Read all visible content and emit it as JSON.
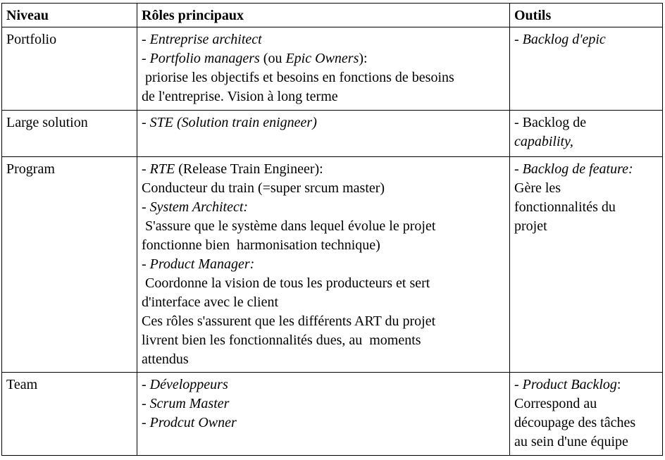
{
  "headers": {
    "level": "Niveau",
    "roles": "Rôles principaux",
    "tools": "Outils"
  },
  "rows": [
    {
      "level": "Portfolio",
      "roles": [
        [
          {
            "t": "- ",
            "i": false
          },
          {
            "t": "Entreprise architect",
            "i": true
          }
        ],
        [
          {
            "t": "- ",
            "i": false
          },
          {
            "t": "Portfolio managers",
            "i": true
          },
          {
            "t": " (ou ",
            "i": false
          },
          {
            "t": "Epic Owners",
            "i": true
          },
          {
            "t": "):",
            "i": false
          }
        ],
        [
          {
            "t": " priorise les objectifs et besoins en fonctions de besoins",
            "i": false
          }
        ],
        [
          {
            "t": "de l'entreprise. Vision à long terme",
            "i": false
          }
        ]
      ],
      "tools": [
        [
          {
            "t": "- ",
            "i": false
          },
          {
            "t": "Backlog d'epic",
            "i": true
          }
        ]
      ]
    },
    {
      "level": "Large solution",
      "roles": [
        [
          {
            "t": "- ",
            "i": false
          },
          {
            "t": "STE (Solution train enigneer)",
            "i": true
          }
        ]
      ],
      "tools": [
        [
          {
            "t": "- Backlog de",
            "i": false
          }
        ],
        [
          {
            "t": "capability,",
            "i": true
          }
        ]
      ]
    },
    {
      "level": "Program",
      "roles": [
        [
          {
            "t": "- ",
            "i": false
          },
          {
            "t": "RTE",
            "i": true
          },
          {
            "t": " (Release Train Engineer):",
            "i": false
          }
        ],
        [
          {
            "t": "Conducteur du train (=super srcum master)",
            "i": false
          }
        ],
        [
          {
            "t": "- ",
            "i": false
          },
          {
            "t": "System Architect:",
            "i": true
          }
        ],
        [
          {
            "t": " S'assure que le système dans lequel évolue le projet",
            "i": false
          }
        ],
        [
          {
            "t": "fonctionne bien  harmonisation technique)",
            "i": false
          }
        ],
        [
          {
            "t": "- ",
            "i": false
          },
          {
            "t": "Product Manager:",
            "i": true
          }
        ],
        [
          {
            "t": " Coordonne la vision de tous les producteurs et sert",
            "i": false
          }
        ],
        [
          {
            "t": "d'interface avec le client",
            "i": false
          }
        ],
        [
          {
            "t": "Ces rôles s'assurent que les différents ART du projet",
            "i": false
          }
        ],
        [
          {
            "t": "livrent bien les fonctionnalités dues, au  moments",
            "i": false
          }
        ],
        [
          {
            "t": "attendus",
            "i": false
          }
        ]
      ],
      "tools": [
        [
          {
            "t": "- ",
            "i": false
          },
          {
            "t": "Backlog de feature:",
            "i": true
          }
        ],
        [
          {
            "t": "Gère les",
            "i": false
          }
        ],
        [
          {
            "t": "fonctionnalités du",
            "i": false
          }
        ],
        [
          {
            "t": "projet",
            "i": false
          }
        ]
      ]
    },
    {
      "level": "Team",
      "roles": [
        [
          {
            "t": "- ",
            "i": false
          },
          {
            "t": "Développeurs",
            "i": true
          }
        ],
        [
          {
            "t": "- ",
            "i": false
          },
          {
            "t": "Scrum Master",
            "i": true
          }
        ],
        [
          {
            "t": "- ",
            "i": false
          },
          {
            "t": "Prodcut Owner",
            "i": true
          }
        ]
      ],
      "tools": [
        [
          {
            "t": "- ",
            "i": false
          },
          {
            "t": "Product Backlog",
            "i": true
          },
          {
            "t": ":",
            "i": false
          }
        ],
        [
          {
            "t": "Correspond au",
            "i": false
          }
        ],
        [
          {
            "t": "découpage des tâches",
            "i": false
          }
        ],
        [
          {
            "t": "au sein d'une équipe",
            "i": false
          }
        ]
      ]
    }
  ]
}
